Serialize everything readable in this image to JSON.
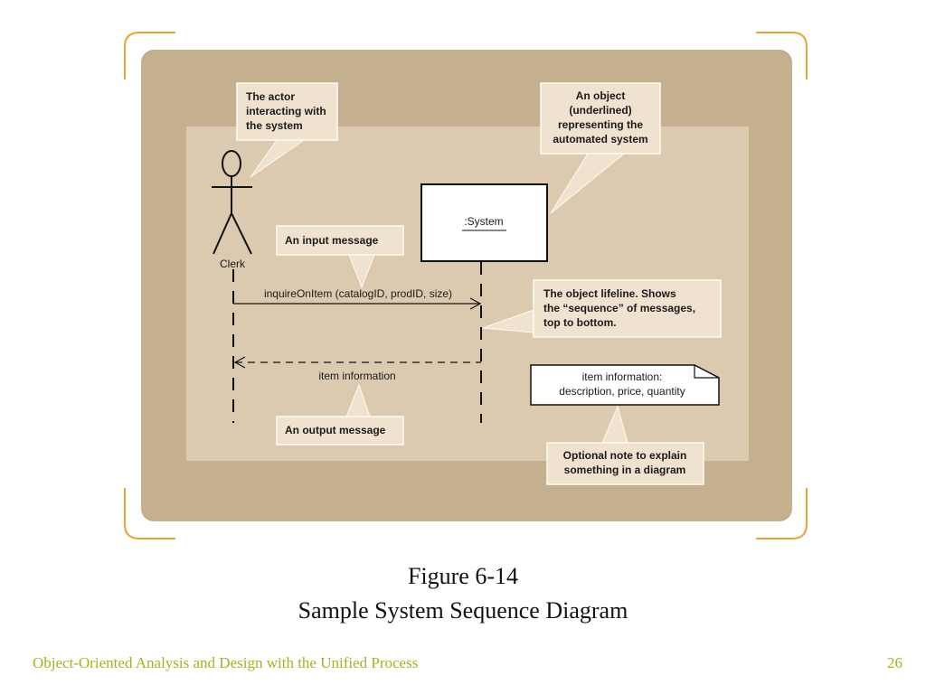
{
  "colors": {
    "frame_bracket": "#e8a23c",
    "outer_panel": "#c4b08e",
    "inner_panel": "#dccab0",
    "callout_fill": "#efe3cf",
    "footer_text": "#9ab81c"
  },
  "diagram": {
    "actor_name": "Clerk",
    "system_object": ":System",
    "input_message": "inquireOnItem (catalogID, prodID, size)",
    "output_message": "item information",
    "note": {
      "line1": "item information:",
      "line2": "description, price, quantity"
    }
  },
  "callouts": {
    "actor": [
      "The actor",
      "interacting with",
      "the system"
    ],
    "object": [
      "An object",
      "(underlined)",
      "representing the",
      "automated system"
    ],
    "input": [
      "An input message"
    ],
    "lifeline": [
      "The object lifeline. Shows",
      "the “sequence” of messages,",
      "top to bottom."
    ],
    "output": [
      "An output message"
    ],
    "note": [
      "Optional note to explain",
      "something in a diagram"
    ]
  },
  "caption": {
    "figure": "Figure 6-14",
    "title": "Sample System Sequence Diagram"
  },
  "footer": {
    "book": "Object-Oriented Analysis and Design with the Unified Process",
    "page": "26"
  }
}
